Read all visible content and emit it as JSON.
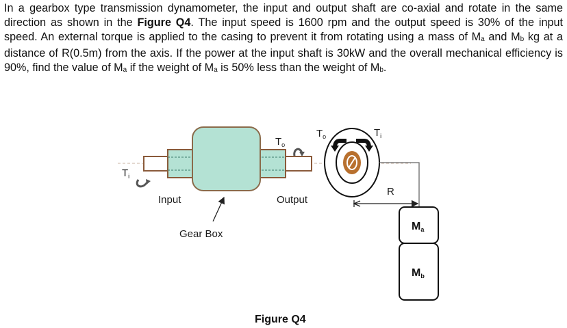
{
  "question": {
    "part1": "In a gearbox type transmission dynamometer, the input and output shaft are co-axial and rotate in the same direction as shown in the ",
    "figure_ref": "Figure Q4",
    "part2": ". The input speed is 1600 rpm and the output speed is 30% of the input speed. An external torque is applied to the casing to prevent it from rotating using a mass of M",
    "sub_a1": "a",
    "part3": " and M",
    "sub_b1": "b",
    "part4": " kg at a distance of R(0.5m) from the axis. If the power at the input shaft is 30kW and the overall mechanical efficiency is 90%, find the value of M",
    "sub_a2": "a",
    "part5": " if the weight of M",
    "sub_a3": "a",
    "part6": " is 50% less than the weight of M",
    "sub_b2": "b",
    "part7": "."
  },
  "figure": {
    "caption": "Figure Q4",
    "labels": {
      "input_torque": "T",
      "input_torque_sub": "i",
      "output_torque": "T",
      "output_torque_sub": "o",
      "input": "Input",
      "output": "Output",
      "gear_box": "Gear Box",
      "end_to": "T",
      "end_to_sub": "o",
      "end_ti": "T",
      "end_ti_sub": "i",
      "radius": "R",
      "mass_a": "M",
      "mass_a_sub": "a",
      "mass_b": "M",
      "mass_b_sub": "b"
    },
    "colors": {
      "gearbox_fill": "#b4e2d4",
      "gearbox_stroke": "#8a6a4a",
      "shaft_stroke": "#8a5a3a",
      "hub_fill": "#b8702e"
    }
  }
}
